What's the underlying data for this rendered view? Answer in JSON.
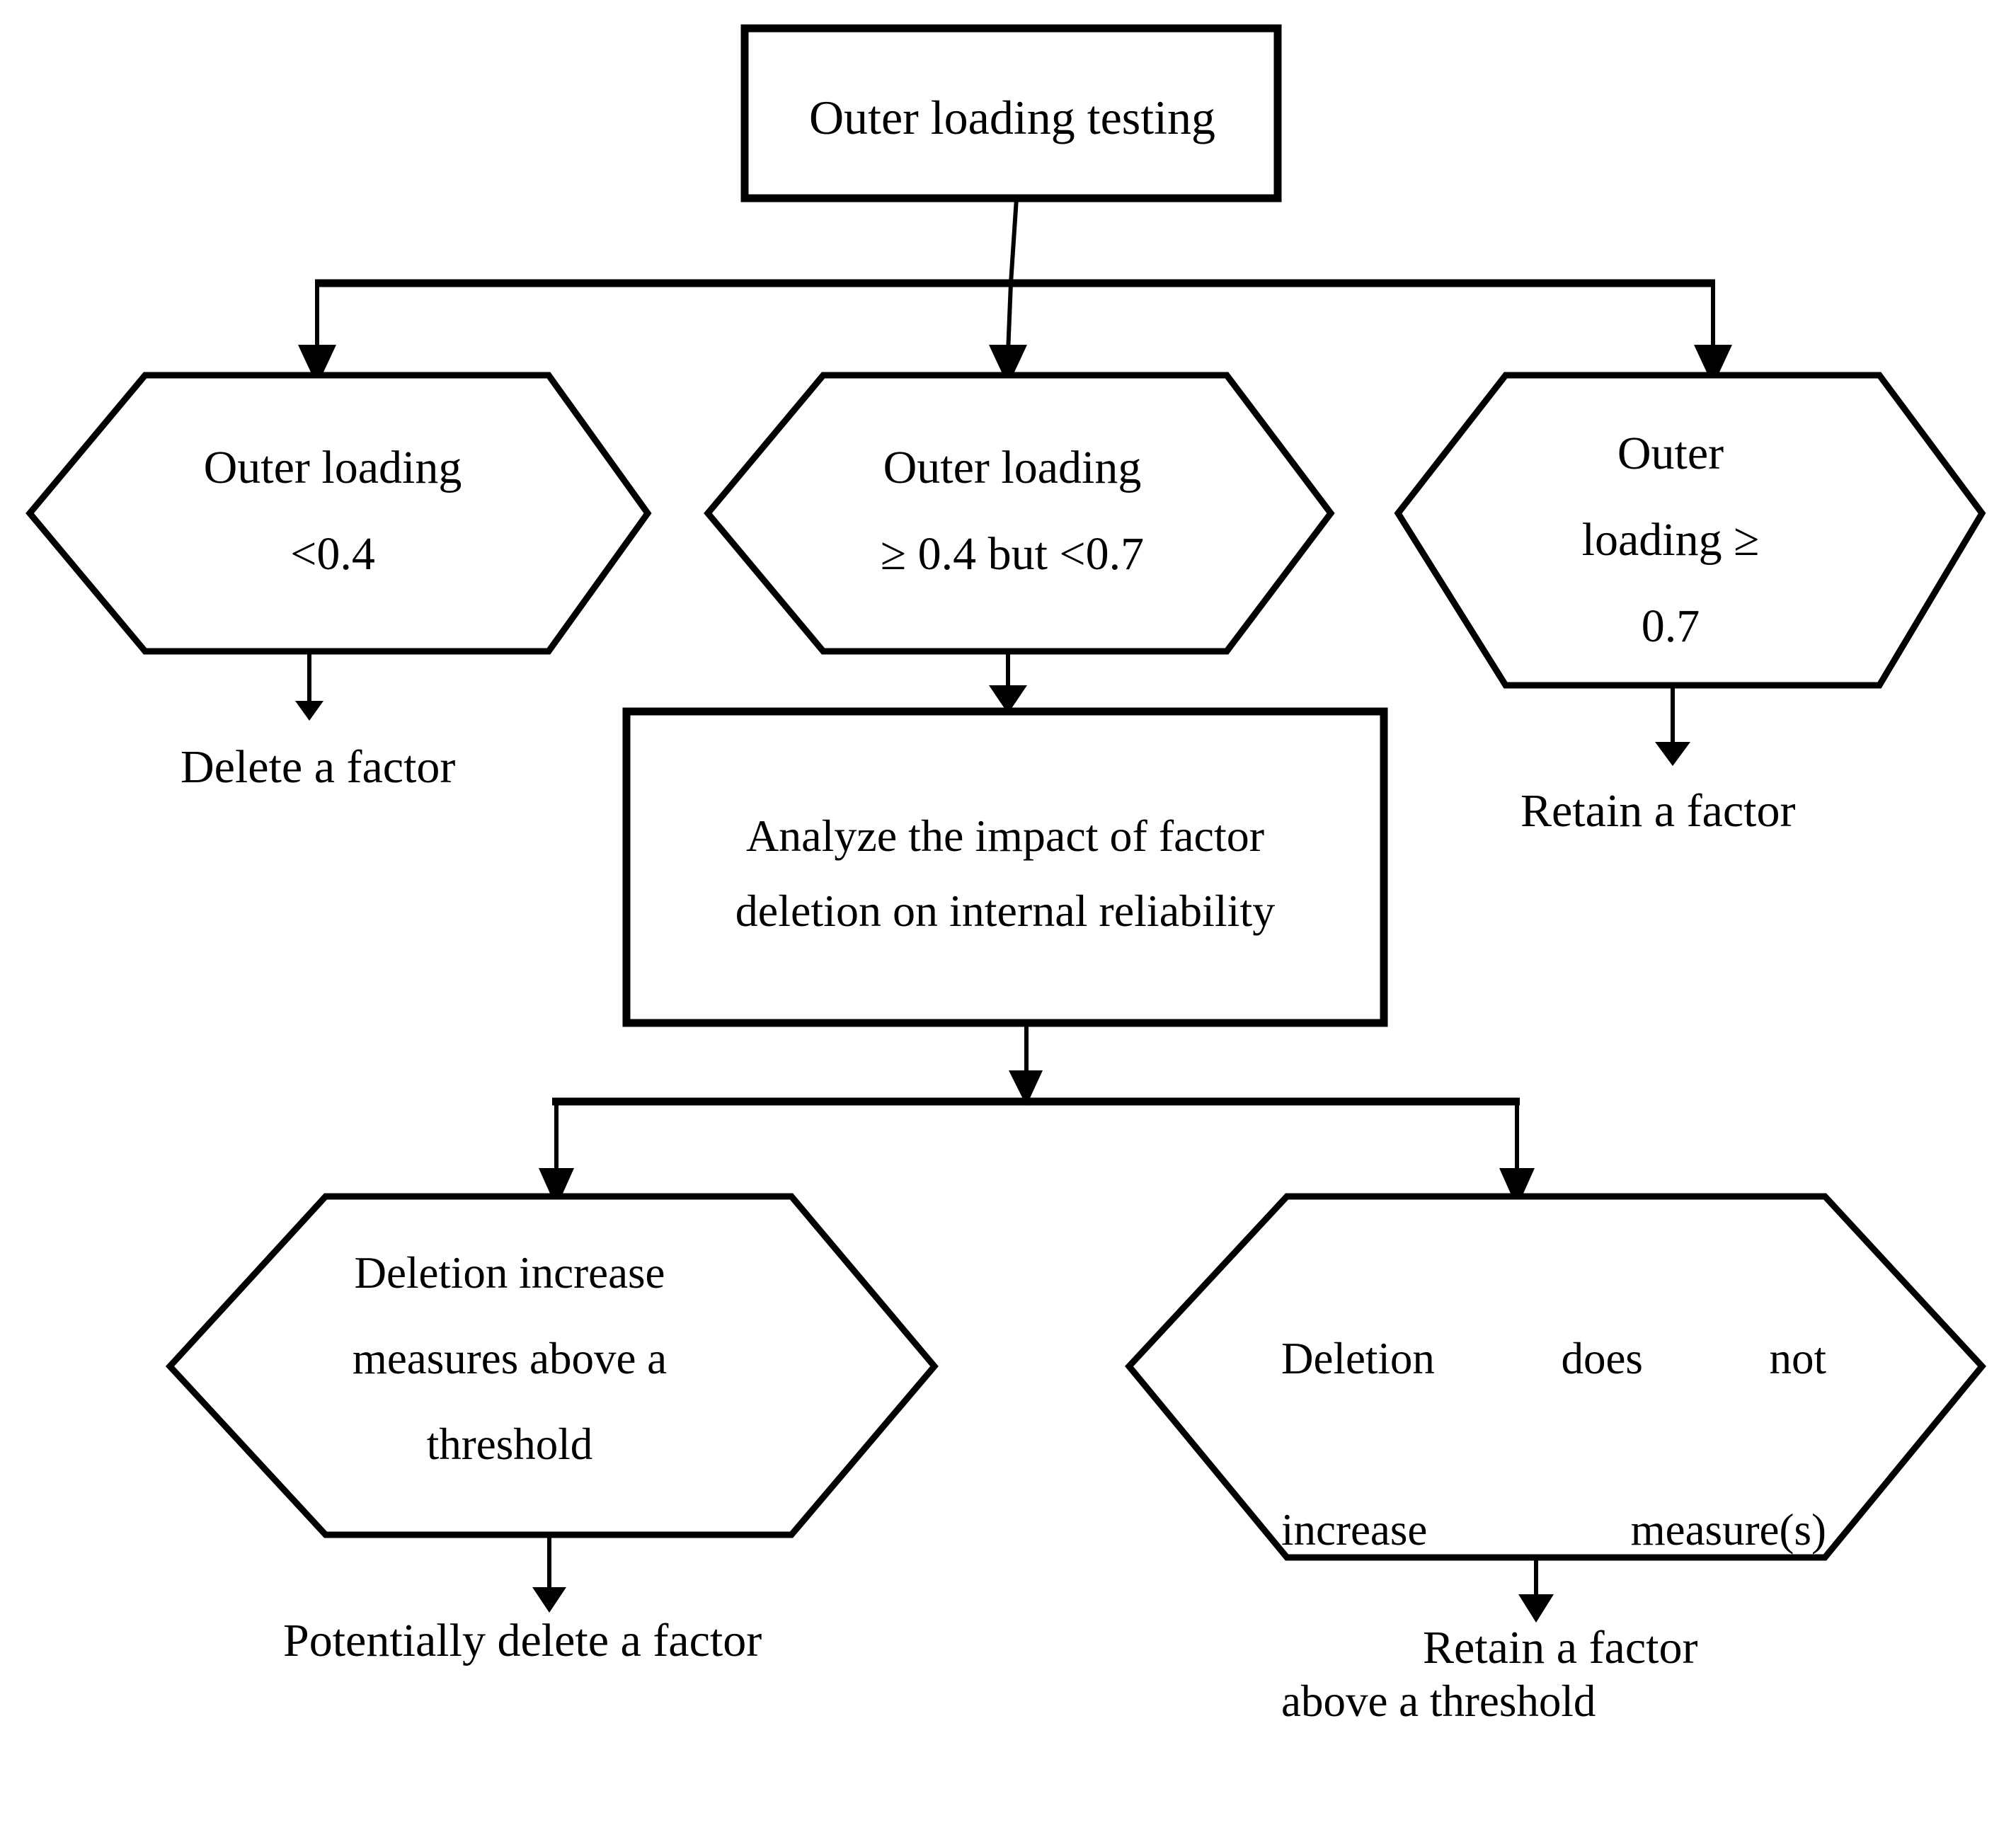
{
  "diagram": {
    "title": "Outer loading testing decision flowchart",
    "background_color": "#ffffff",
    "line_color": "#000000",
    "nodes": {
      "start_box": {
        "shape": "rectangle",
        "text": "Outer loading testing"
      },
      "hex_low": {
        "shape": "hexagon",
        "text": "Outer loading\n<0.4"
      },
      "hex_mid": {
        "shape": "hexagon",
        "text": "Outer loading\n≥ 0.4  but <0.7"
      },
      "hex_high": {
        "shape": "hexagon",
        "text": "Outer\nloading ≥\n0.7"
      },
      "analyze_box": {
        "shape": "rectangle",
        "text": "Analyze the impact of factor\ndeletion on internal reliability"
      },
      "hex_increase": {
        "shape": "hexagon",
        "text": "Deletion increase\nmeasures above a\nthreshold"
      },
      "hex_no_increase": {
        "shape": "hexagon",
        "line1": "Deletion  does  not",
        "line2": "increase  measure(s)",
        "line3": "above a threshold"
      }
    },
    "outcomes": {
      "delete_factor": "Delete a factor",
      "retain_factor_top": "Retain a factor",
      "potentially_delete_factor": "Potentially delete a factor",
      "retain_factor_bottom": "Retain a factor"
    }
  }
}
